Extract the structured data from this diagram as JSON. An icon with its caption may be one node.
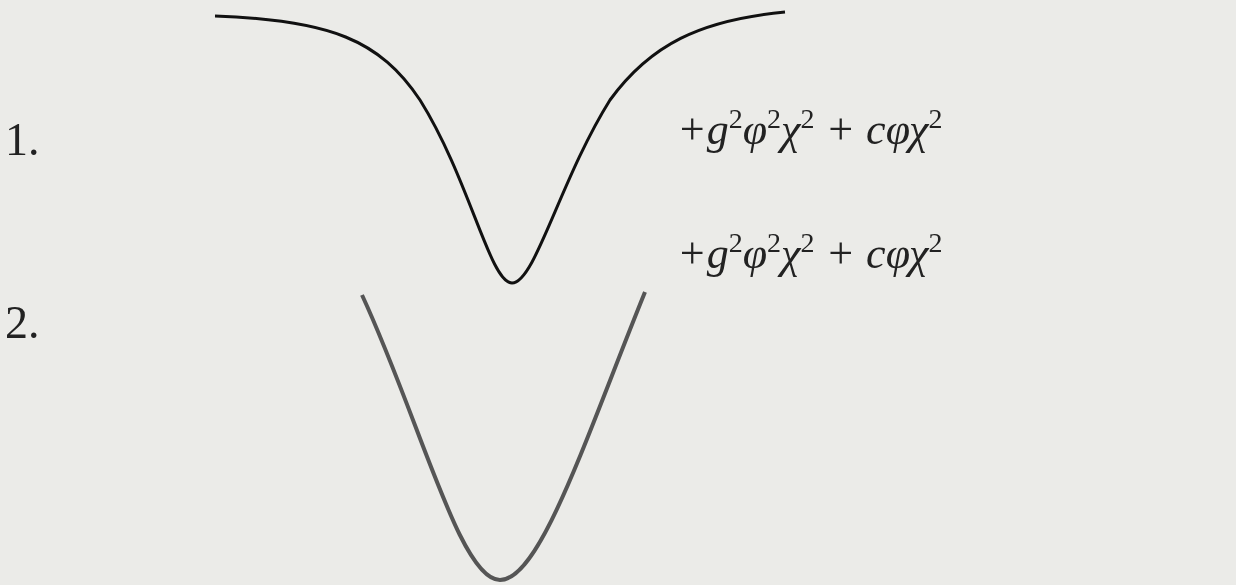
{
  "diagram": {
    "labels": [
      "1.",
      "+g$^{2}$φ$^{2}$χ$^{2}$ + cφχ$^{2}$",
      "+g$^{2}$φ$^{2}$χ$^{2}$ + cφχ$^{2}$",
      "2."
    ]
  }
}
